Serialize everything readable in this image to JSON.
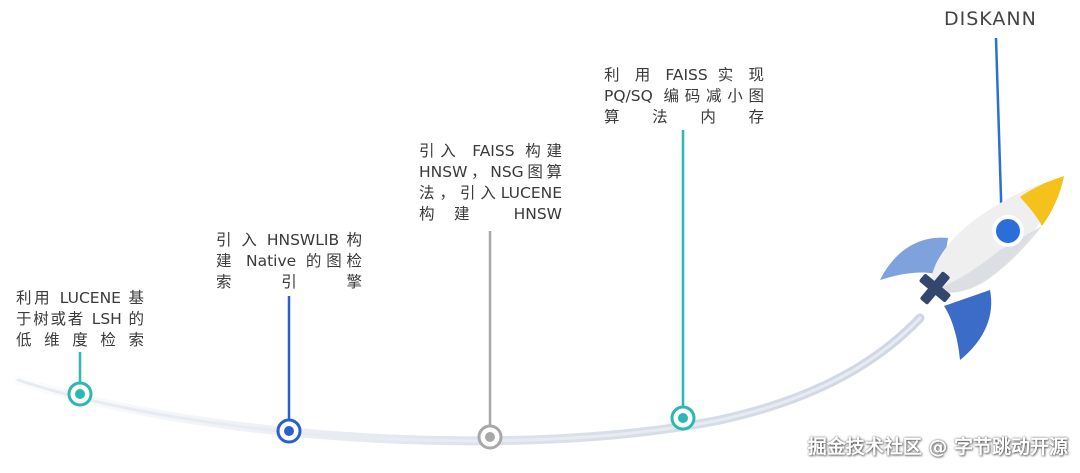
{
  "milestones": [
    {
      "text": "利用 LUCENE 基\n于树或者 LSH 的\n低维度检索",
      "color": "#2bb8b0"
    },
    {
      "text": "引 入 HNSWLIB 构\n建 Native 的图检\n索引擎",
      "color": "#2a5fcc"
    },
    {
      "text": "引入 FAISS 构建\nHNSW，NSG图算\n法，引入LUCENE\n构建 HNSW",
      "color": "#a8a8a8"
    },
    {
      "text": "利 用 FAISS 实 现\nPQ/SQ 编码减小图\n算法内存",
      "color": "#2bb8b0"
    }
  ],
  "final": {
    "text": "DISKANN",
    "color": "#2a6fd8"
  },
  "rocket": {
    "body_color": "#efefef",
    "nose_color": "#f4c21a",
    "fin_color": "#3a6cc8",
    "fin_light_color": "#7fa2dc",
    "window_color": "#2a6fd8"
  },
  "watermark": "掘金技术社区 @ 字节跳动开源"
}
